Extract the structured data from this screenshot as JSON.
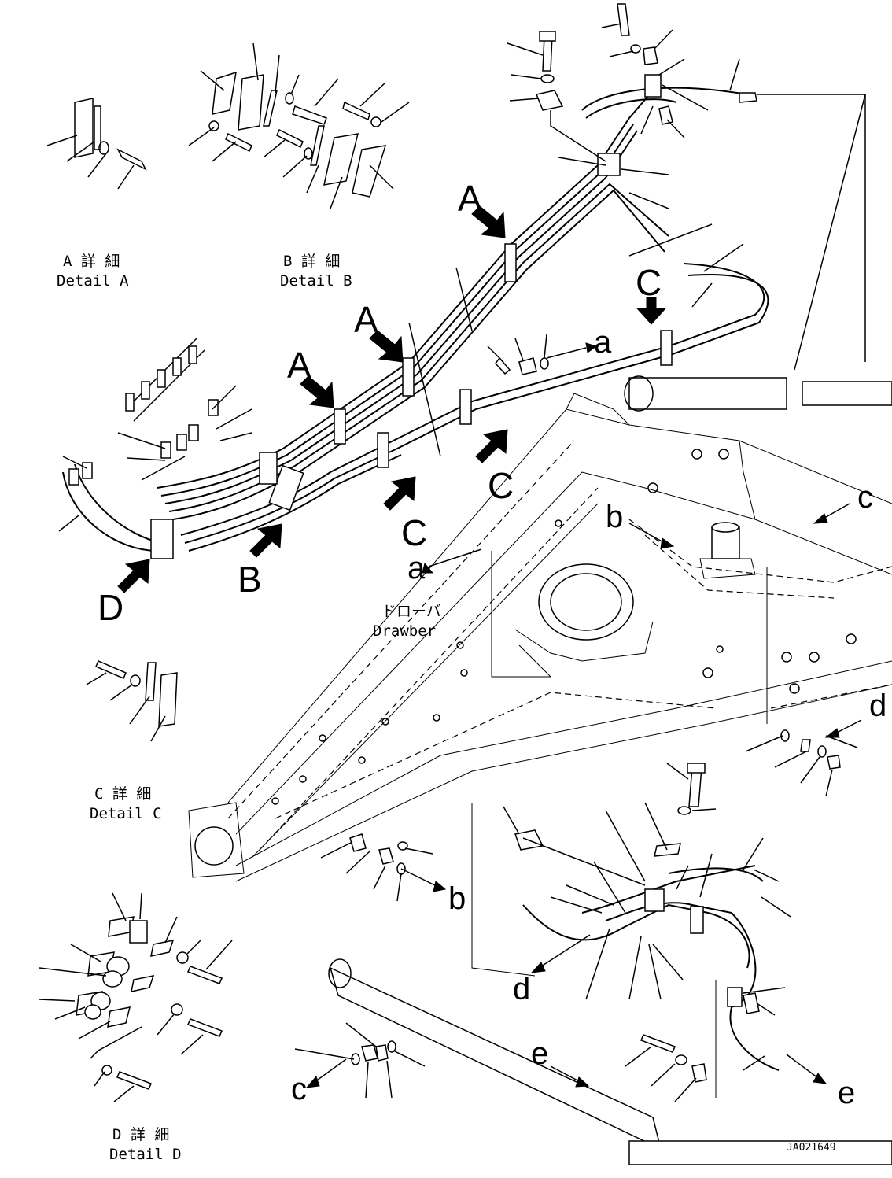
{
  "captions": {
    "detail_a_jp": "A 詳 細",
    "detail_a_en": "Detail A",
    "detail_b_jp": "B 詳 細",
    "detail_b_en": "Detail B",
    "detail_c_jp": "C 詳 細",
    "detail_c_en": "Detail C",
    "detail_d_jp": "D 詳 細",
    "detail_d_en": "Detail D",
    "drawbar_jp": "ドローバ",
    "drawbar_en": "Drawber",
    "drawing_number": "JA021649"
  },
  "labels": {
    "A": "A",
    "B": "B",
    "C": "C",
    "D": "D",
    "a": "a",
    "b": "b",
    "c": "c",
    "d": "d",
    "e": "e"
  }
}
